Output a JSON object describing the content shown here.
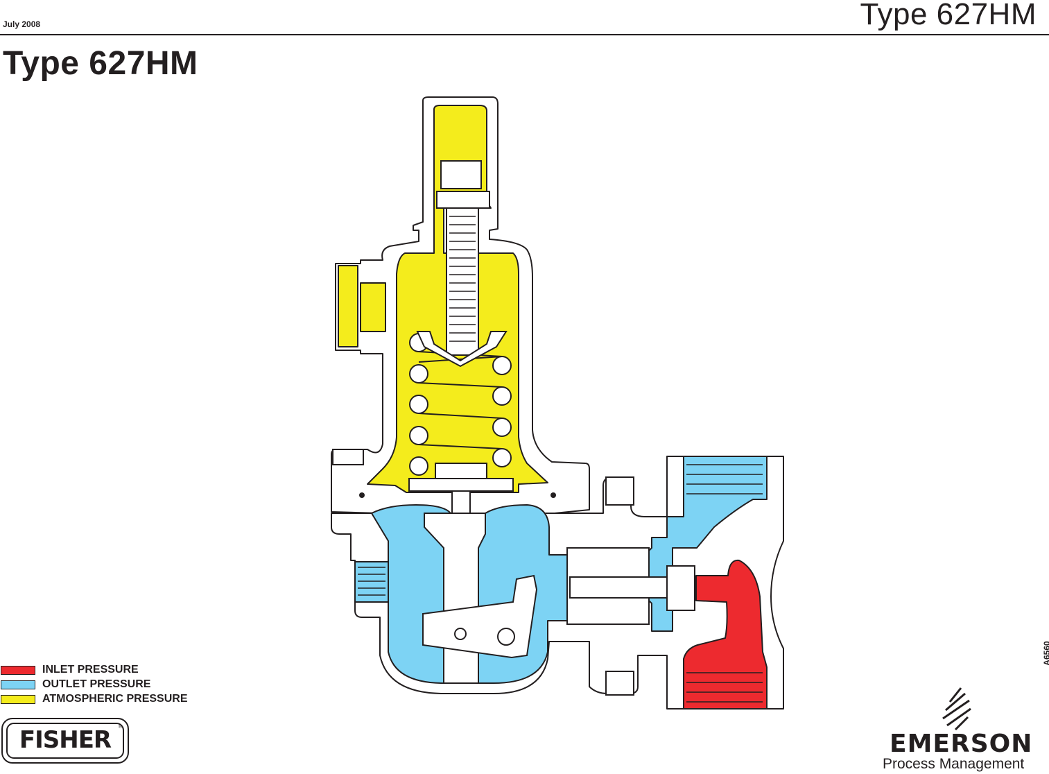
{
  "header": {
    "date": "July 2008",
    "product": "Type 627HM"
  },
  "title": "Type 627HM",
  "legend": [
    {
      "label": "INLET PRESSURE",
      "color": "#ed2a2f"
    },
    {
      "label": "OUTLET PRESSURE",
      "color": "#7dd3f4"
    },
    {
      "label": "ATMOSPHERIC PRESSURE",
      "color": "#f4ec1c"
    }
  ],
  "drawing_id": "A6560",
  "logos": {
    "fisher": "FISHER",
    "emerson": "EMERSON",
    "emerson_sub": "Process Management"
  },
  "colors": {
    "inlet": "#ed2a2f",
    "outlet": "#7dd3f4",
    "atmospheric": "#f4ec1c",
    "outline": "#231f20"
  }
}
